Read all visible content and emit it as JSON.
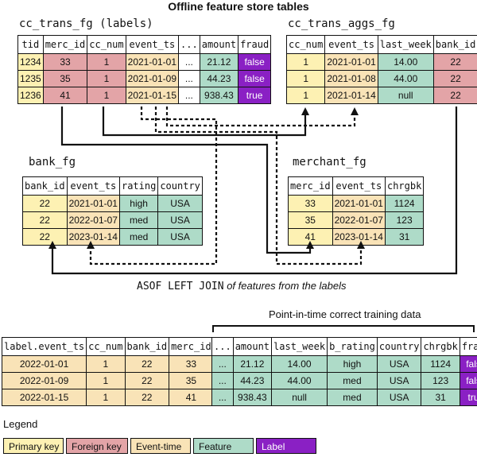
{
  "title": "Offline feature store tables",
  "labels_table": {
    "name": "cc_trans_fg (labels)",
    "headers": [
      "tid",
      "merc_id",
      "cc_num",
      "event_ts",
      "...",
      "amount",
      "fraud"
    ],
    "rows": [
      [
        "1234",
        "33",
        "1",
        "2021-01-01",
        "...",
        "21.12",
        "false"
      ],
      [
        "1235",
        "35",
        "1",
        "2021-01-09",
        "...",
        "44.23",
        "false"
      ],
      [
        "1236",
        "41",
        "1",
        "2021-01-15",
        "...",
        "938.43",
        "true"
      ]
    ]
  },
  "aggs_table": {
    "name": "cc_trans_aggs_fg",
    "headers": [
      "cc_num",
      "event_ts",
      "last_week",
      "bank_id"
    ],
    "rows": [
      [
        "1",
        "2021-01-01",
        "14.00",
        "22"
      ],
      [
        "1",
        "2021-01-08",
        "44.00",
        "22"
      ],
      [
        "1",
        "2021-01-14",
        "null",
        "22"
      ]
    ]
  },
  "bank_table": {
    "name": "bank_fg",
    "headers": [
      "bank_id",
      "event_ts",
      "rating",
      "country"
    ],
    "rows": [
      [
        "22",
        "2021-01-01",
        "high",
        "USA"
      ],
      [
        "22",
        "2022-01-07",
        "med",
        "USA"
      ],
      [
        "22",
        "2023-01-14",
        "med",
        "USA"
      ]
    ]
  },
  "merchant_table": {
    "name": "merchant_fg",
    "headers": [
      "merc_id",
      "event_ts",
      "chrgbk"
    ],
    "rows": [
      [
        "33",
        "2021-01-01",
        "1124"
      ],
      [
        "35",
        "2022-01-07",
        "123"
      ],
      [
        "41",
        "2023-01-14",
        "31"
      ]
    ]
  },
  "join_note": {
    "code": "ASOF LEFT JOIN",
    "text": "of features from the labels"
  },
  "training_title": "Point-in-time correct training data",
  "training_left": {
    "headers": [
      "label.event_ts",
      "cc_num",
      "bank_id",
      "merc_id"
    ],
    "rows": [
      [
        "2022-01-01",
        "1",
        "22",
        "33"
      ],
      [
        "2022-01-09",
        "1",
        "22",
        "35"
      ],
      [
        "2022-01-15",
        "1",
        "22",
        "41"
      ]
    ]
  },
  "training_right": {
    "headers": [
      "...",
      "amount",
      "last_week",
      "b_rating",
      "country",
      "chrgbk",
      "fraud"
    ],
    "rows": [
      [
        "...",
        "21.12",
        "14.00",
        "high",
        "USA",
        "1124",
        "false"
      ],
      [
        "...",
        "44.23",
        "44.00",
        "med",
        "USA",
        "123",
        "false"
      ],
      [
        "...",
        "938.43",
        "null",
        "med",
        "USA",
        "31",
        "true"
      ]
    ]
  },
  "legend": {
    "title": "Legend",
    "items": [
      "Primary key",
      "Foreign key",
      "Event-time",
      "Feature",
      "Label"
    ]
  },
  "colors": {
    "primary_key": "#fdf1b3",
    "foreign_key": "#e3a4a7",
    "event_time": "#f9e3b7",
    "feature": "#aedbc8",
    "label": "#8a20c4"
  }
}
